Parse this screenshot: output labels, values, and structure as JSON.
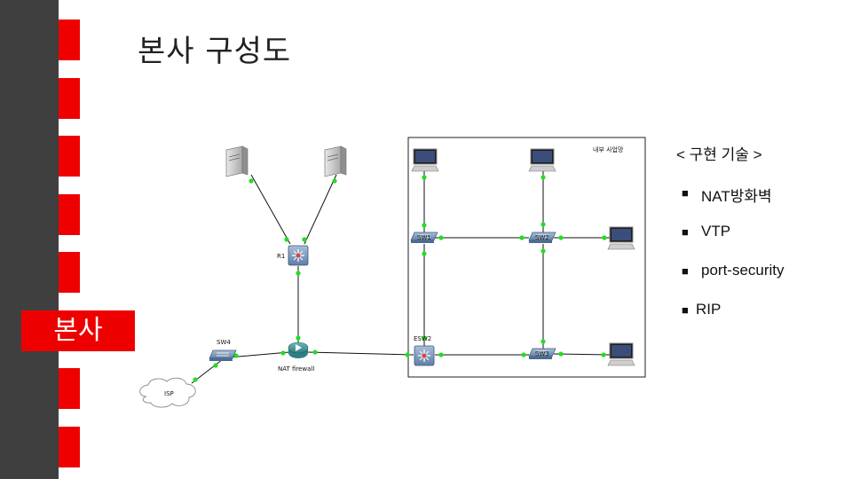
{
  "slide": {
    "title": "본사 구성도",
    "side_label": "본사"
  },
  "features": {
    "heading": "< 구현 기술 >",
    "items": [
      {
        "bullet": "■",
        "text": "NAT방화벽"
      },
      {
        "bullet": "■",
        "text": "VTP"
      },
      {
        "bullet": "■",
        "text": "port-security"
      },
      {
        "bullet": "■",
        "text": "RIP"
      }
    ]
  },
  "topology": {
    "box_label": "내부 사업망",
    "devices": {
      "r1": "R1",
      "sw4": "SW4",
      "firewall": "NAT firewall",
      "isp": "ISP",
      "esw2": "ESW2",
      "sw1": "SW1",
      "sw2": "SW2",
      "sw3": "SW3"
    }
  },
  "colors": {
    "accent": "#ee0000",
    "sidebar": "#3f3f3f",
    "link_dot": "#22dd22"
  }
}
